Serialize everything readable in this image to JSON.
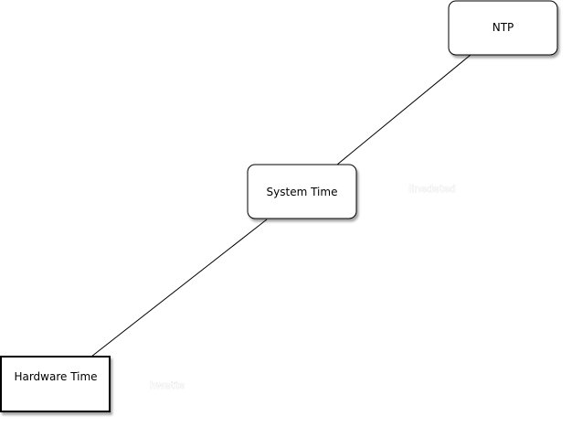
{
  "diagram": {
    "colors": {
      "background": "#ffffff",
      "node_stroke": "#000000",
      "node_fill": "#ffffff",
      "edge": "#000000",
      "edge_label_fill": "#ffffff",
      "edge_label_outline": "#d8d8d8"
    },
    "nodes": [
      {
        "id": "ntp",
        "label": "NTP",
        "shape": "rounded"
      },
      {
        "id": "system_time",
        "label": "System Time",
        "shape": "rounded"
      },
      {
        "id": "hardware_time",
        "label": "Hardware Time",
        "shape": "rectangle"
      }
    ],
    "edges": [
      {
        "from": "ntp",
        "to": "system_time",
        "label": "linedated"
      },
      {
        "from": "system_time",
        "to": "hardware_time",
        "label": "hwatte"
      }
    ]
  }
}
